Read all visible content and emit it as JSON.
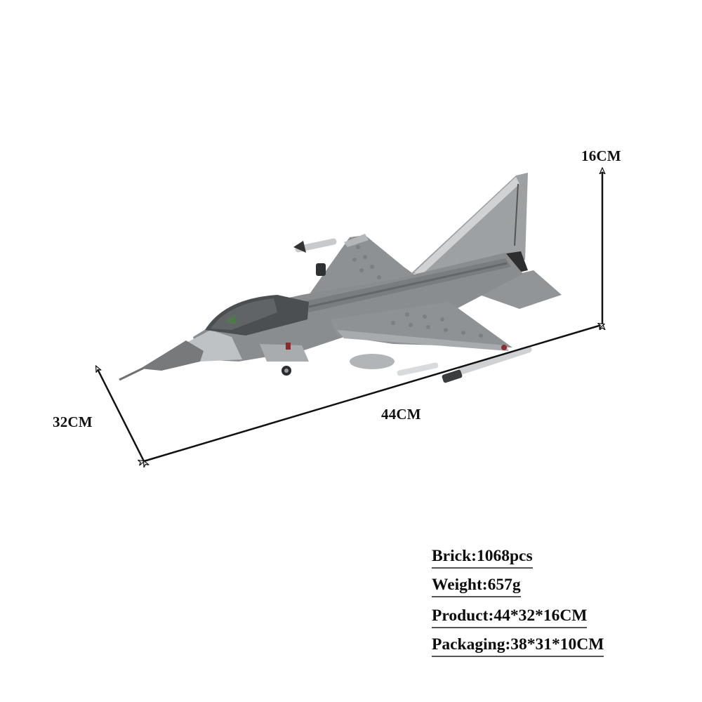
{
  "product": {
    "subject": "brick-built F-16 fighter jet model",
    "colors": {
      "body": "#8c8f91",
      "light": "#b9bcbe",
      "dark": "#5d6062",
      "canopy": "#4a4d4f"
    }
  },
  "dimensions": {
    "height_label": "16CM",
    "length_label": "44CM",
    "width_label": "32CM"
  },
  "specs": [
    {
      "label": "Brick:1068pcs"
    },
    {
      "label": "Weight:657g"
    },
    {
      "label": "Product:44*32*16CM"
    },
    {
      "label": "Packaging:38*31*10CM"
    }
  ]
}
